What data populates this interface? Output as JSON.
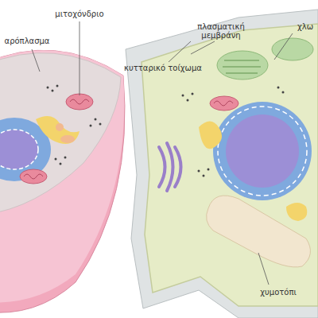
{
  "diagram": {
    "labels": [
      "μιτοχόνδριο",
      "αρόπλασμα",
      "πλασματική μεμβράνη",
      "χλω",
      "κυτταρικό τοίχωμα",
      "χυμοτόπι"
    ]
  }
}
